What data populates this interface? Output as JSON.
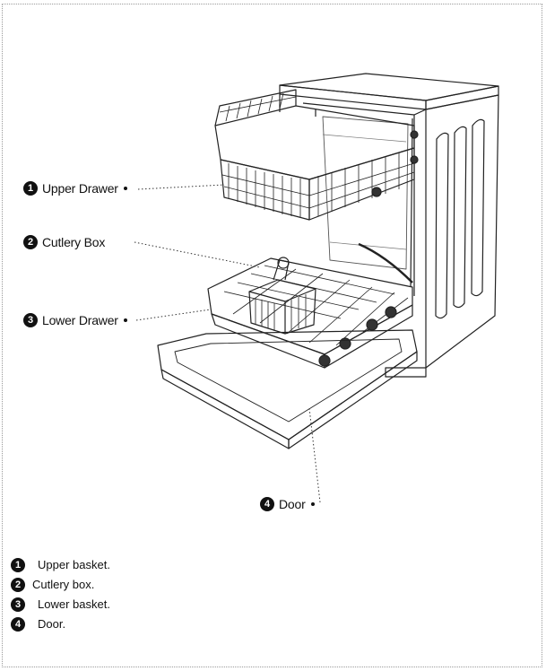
{
  "callouts": [
    {
      "num": "1",
      "label": "Upper Drawer"
    },
    {
      "num": "2",
      "label": "Cutlery Box"
    },
    {
      "num": "3",
      "label": "Lower Drawer"
    },
    {
      "num": "4",
      "label": "Door"
    }
  ],
  "legend": [
    {
      "num": "1",
      "text": "Upper basket."
    },
    {
      "num": "2",
      "text": "Cutlery box."
    },
    {
      "num": "3",
      "text": "Lower basket."
    },
    {
      "num": "4",
      "text": "Door."
    }
  ]
}
